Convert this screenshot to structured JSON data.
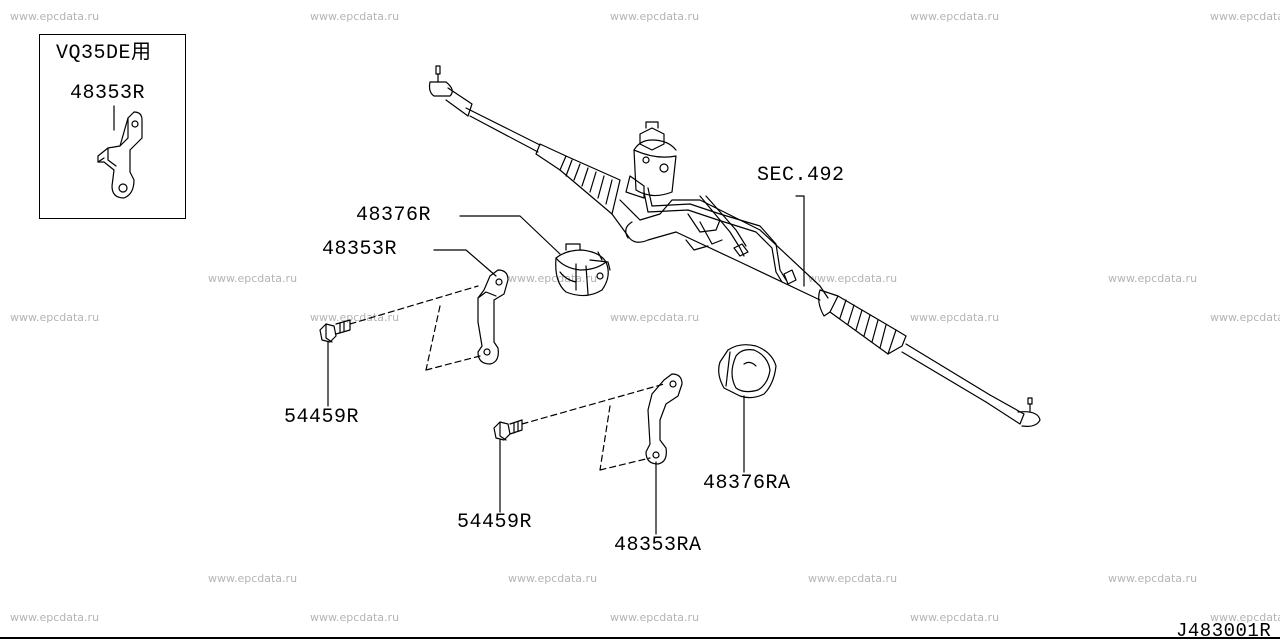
{
  "watermark": "www.epcdata.ru",
  "drawing_number": "J483001R",
  "inset": {
    "title": "VQ35DE用",
    "part": "48353R"
  },
  "labels": {
    "sec": "SEC.492",
    "bushing_upper": "48376R",
    "bracket_upper": "48353R",
    "bolt_upper": "54459R",
    "bolt_lower": "54459R",
    "bracket_lower": "48353RA",
    "bushing_lower": "48376RA"
  }
}
